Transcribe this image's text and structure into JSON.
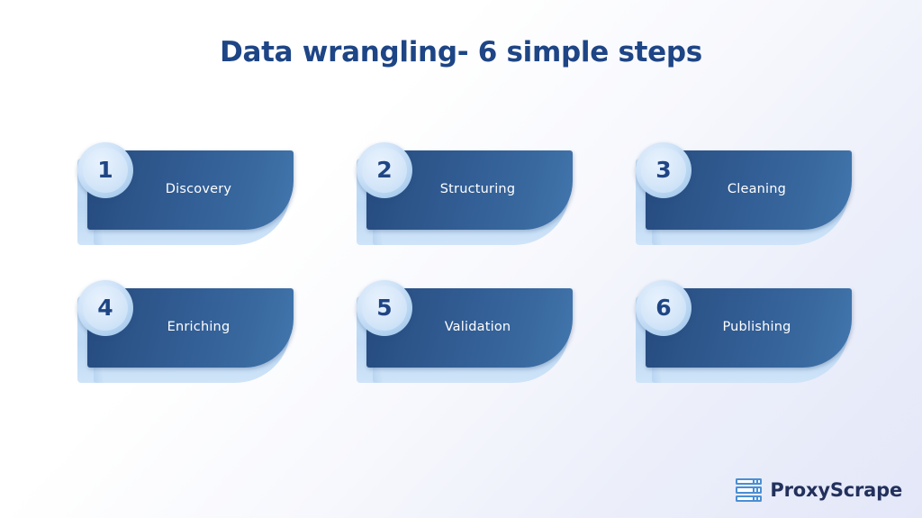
{
  "slide": {
    "title": "Data wrangling- 6 simple steps",
    "background_start": "#ffffff",
    "background_end": "#e3e7f8",
    "title_color": "#1e4585"
  },
  "steps": [
    {
      "number": "1",
      "label": "Discovery"
    },
    {
      "number": "2",
      "label": "Structuring"
    },
    {
      "number": "3",
      "label": "Cleaning"
    },
    {
      "number": "4",
      "label": "Enriching"
    },
    {
      "number": "5",
      "label": "Validation"
    },
    {
      "number": "6",
      "label": "Publishing"
    }
  ],
  "logo": {
    "icon": "server-stack-icon",
    "text": "ProxyScrape",
    "icon_color": "#4a8fd4",
    "text_color": "#22305c"
  }
}
